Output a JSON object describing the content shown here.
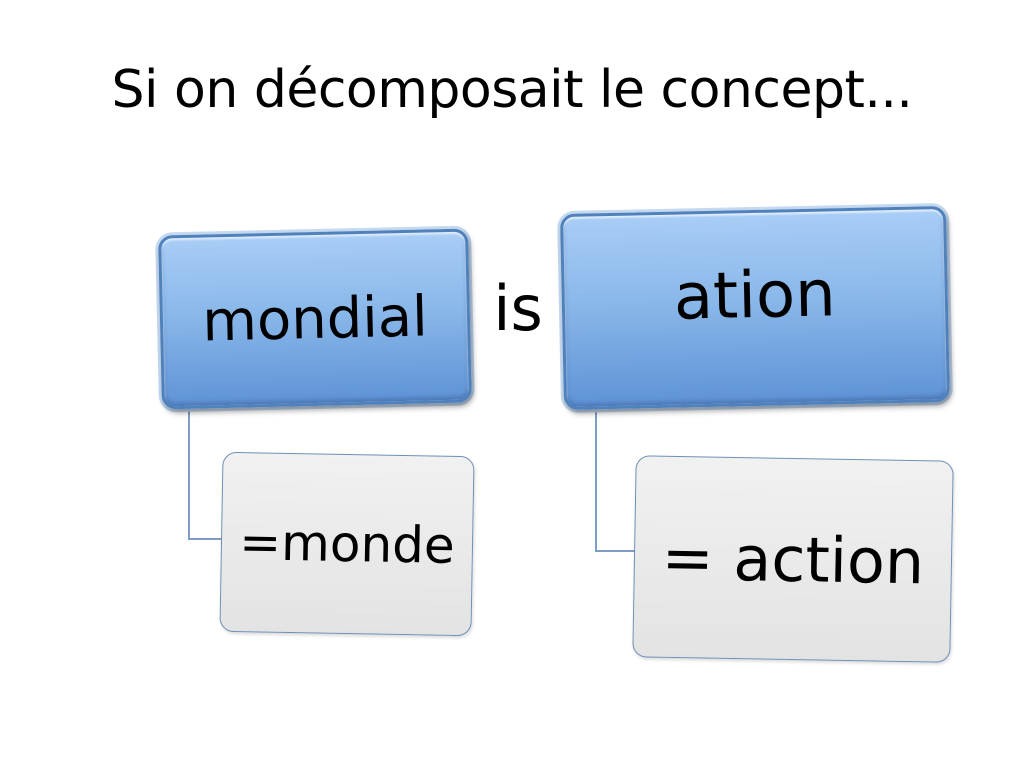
{
  "slide": {
    "title": "Si on décomposait le concept..."
  },
  "diagram": {
    "left_root": {
      "label": "mondial"
    },
    "left_child": {
      "label": "=monde"
    },
    "joiner": {
      "label": "is"
    },
    "right_root": {
      "label": "ation"
    },
    "right_child": {
      "label": "= action"
    },
    "colors": {
      "root_fill": "#8ab8ea",
      "root_border": "#4f81bd",
      "child_fill": "#e6e6e6",
      "connector": "#7f9dc4"
    }
  }
}
